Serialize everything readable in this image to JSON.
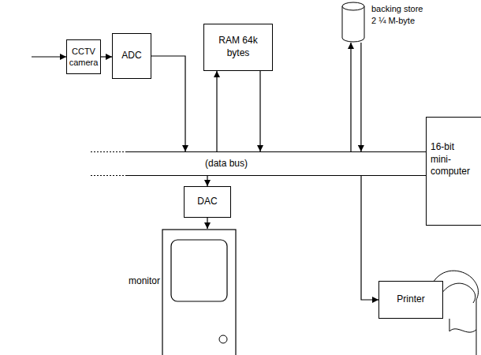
{
  "diagram": {
    "nodes": [
      {
        "text": [
          "backing store 2 ¼ M-byte"
        ]
      },
      {
        "text": [
          "RAM 64k bytes"
        ]
      },
      {
        "text": [
          "CCTV camera"
        ]
      },
      {
        "text": [
          "ADC"
        ]
      },
      {
        "text": [
          "(data bus)"
        ]
      },
      {
        "text": [
          "16-bit mini-computer"
        ]
      },
      {
        "text": [
          "DAC"
        ]
      },
      {
        "text": [
          "monitor"
        ]
      },
      {
        "text": [
          "Printer"
        ]
      }
    ],
    "edges": [
      {
        "from": 2,
        "to": 3,
        "arrow": "to"
      },
      {
        "from": 3,
        "to": 4,
        "arrow": "to"
      },
      {
        "from": 4,
        "to": 1,
        "arrow": "to"
      },
      {
        "from": 1,
        "to": 4,
        "arrow": "to"
      },
      {
        "from": 4,
        "to": 0,
        "arrow": "to"
      },
      {
        "from": 0,
        "to": 4,
        "arrow": "to"
      },
      {
        "from": 4,
        "to": 6,
        "arrow": "to"
      },
      {
        "from": 6,
        "to": 7,
        "arrow": "to"
      },
      {
        "from": 4,
        "to": 8,
        "arrow": "to"
      }
    ]
  }
}
